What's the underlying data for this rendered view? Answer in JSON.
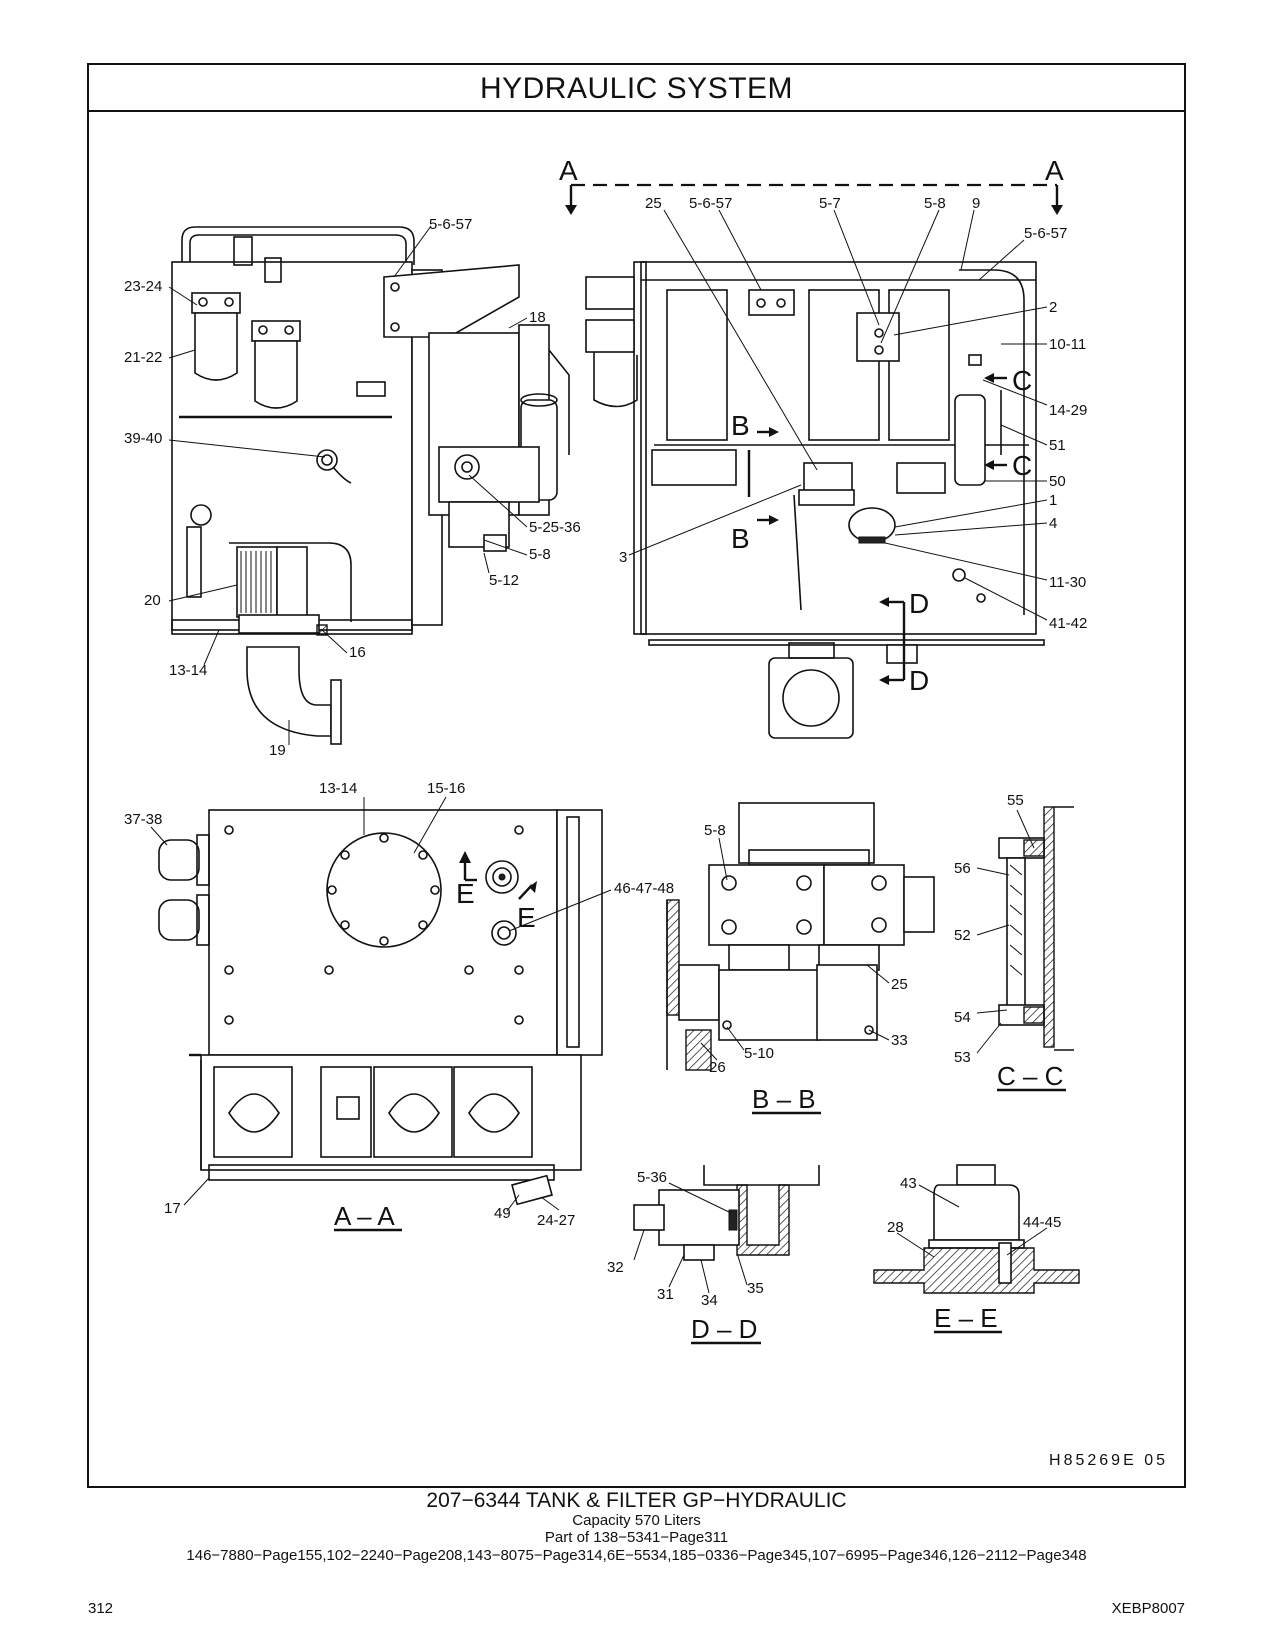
{
  "header": {
    "title": "HYDRAULIC   SYSTEM"
  },
  "drawing_id": "H85269E    05",
  "views": {
    "section_arrows": {
      "a": "A",
      "b": "B",
      "c": "C",
      "d": "D",
      "e": "E"
    },
    "section_titles": {
      "aa": "A – A",
      "bb": "B – B",
      "cc": "C – C",
      "dd": "D – D",
      "ee": "E – E"
    }
  },
  "callouts": {
    "left_view": [
      "5-6-57",
      "23-24",
      "18",
      "21-22",
      "39-40",
      "5-25-36",
      "5-8",
      "5-12",
      "20",
      "16",
      "13-14",
      "19"
    ],
    "right_view": [
      "25",
      "5-6-57",
      "5-7",
      "5-8",
      "9",
      "5-6-57",
      "2",
      "10-11",
      "14-29",
      "51",
      "50",
      "1",
      "4",
      "3",
      "11-30",
      "41-42"
    ],
    "aa_view": [
      "13-14",
      "15-16",
      "37-38",
      "46-47-48",
      "17",
      "49",
      "24-27"
    ],
    "bb_view": [
      "5-8",
      "25",
      "33",
      "5-10",
      "26"
    ],
    "cc_view": [
      "55",
      "56",
      "52",
      "54",
      "53"
    ],
    "dd_view": [
      "5-36",
      "32",
      "31",
      "34",
      "35"
    ],
    "ee_view": [
      "43",
      "28",
      "44-45"
    ]
  },
  "caption": {
    "title": "207−6344   TANK  &  FILTER  GP−HYDRAULIC",
    "capacity": "Capacity  570  Liters",
    "part_of": "Part of 138−5341−Page311",
    "references": "146−7880−Page155,102−2240−Page208,143−8075−Page314,6E−5534,185−0336−Page345,107−6995−Page346,126−2112−Page348"
  },
  "footer": {
    "page_number": "312",
    "doc_code": "XEBP8007"
  }
}
